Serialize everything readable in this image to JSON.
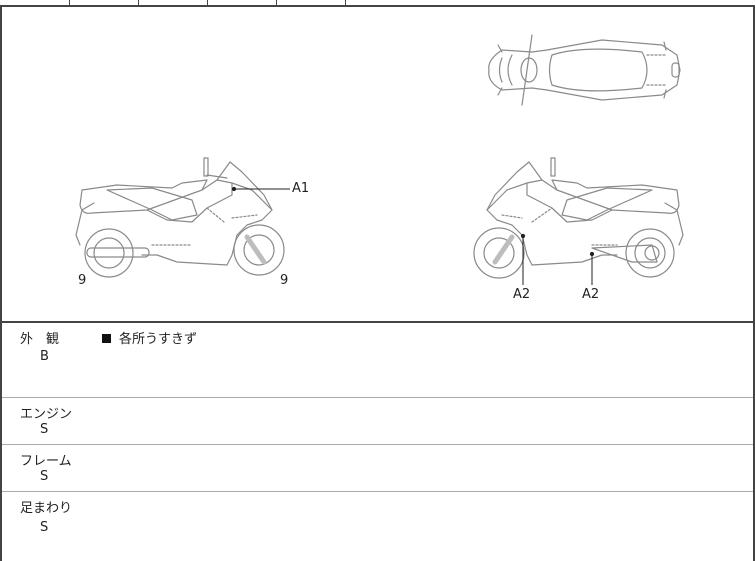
{
  "top_strip": {
    "cells": 6
  },
  "diagram": {
    "views": [
      "left-side",
      "right-side",
      "top"
    ],
    "markers": {
      "left_rear_wheel": "9",
      "left_front_wheel": "9",
      "left_cowl": "A1",
      "right_front_lower": "A2",
      "right_floor": "A2"
    }
  },
  "sections": [
    {
      "title": "外　観",
      "grade": "B",
      "note": "各所うすきず"
    },
    {
      "title": "エンジン",
      "grade": "S"
    },
    {
      "title": "フレーム",
      "grade": "S"
    },
    {
      "title": "足まわり",
      "grade": "S"
    }
  ],
  "colors": {
    "border": "#444444",
    "divider": "#aaaaaa",
    "drawing": "#8a8a8a",
    "text": "#222222"
  }
}
